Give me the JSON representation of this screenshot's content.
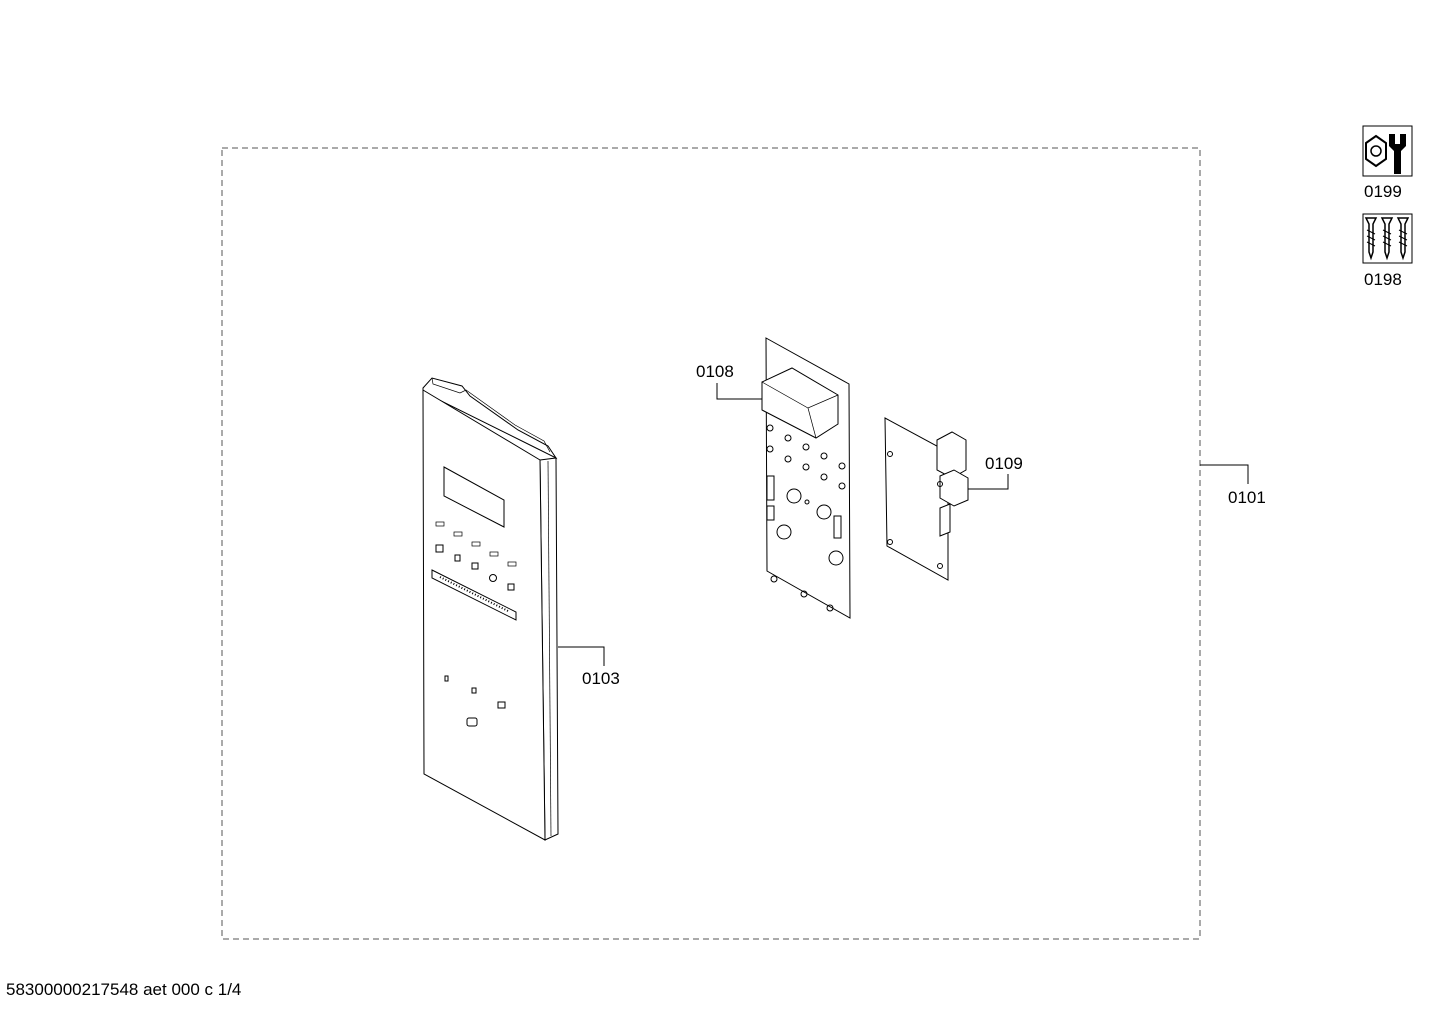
{
  "parts": {
    "assembly": "0101",
    "control_panel": "0103",
    "main_board": "0108",
    "sub_board": "0109",
    "tool_kit": "0199",
    "screw_kit": "0198"
  },
  "icons": {
    "tool_kit": "wrench-nut-icon",
    "screw_kit": "screws-icon"
  },
  "footer": {
    "document_id": "58300000217548 aet 000 c 1/4"
  }
}
